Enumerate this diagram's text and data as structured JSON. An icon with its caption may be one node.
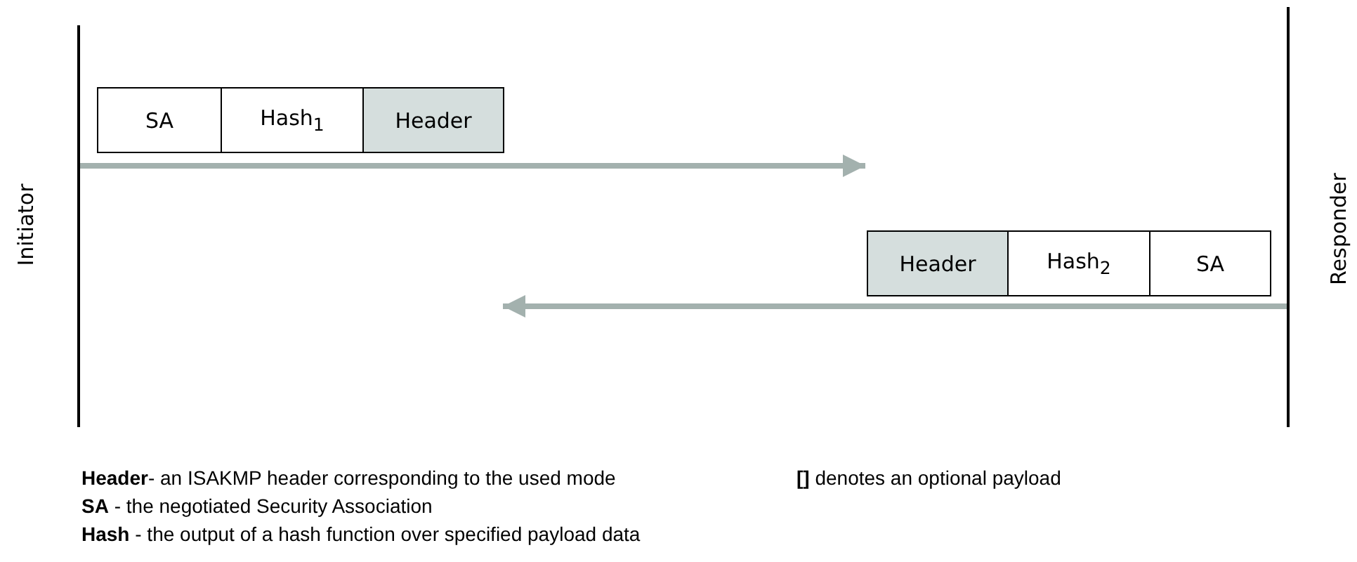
{
  "diagram": {
    "nodes": [
      {
        "text": [],
        "shape": "bar",
        "beside": [
          "Initiator"
        ]
      },
      {
        "text": [
          "SA"
        ]
      },
      {
        "text": [
          "Hash$_{1}$"
        ]
      },
      {
        "text": [
          "Header"
        ]
      },
      {
        "text": [
          "Header"
        ]
      },
      {
        "text": [
          "Hash$_{2}$"
        ]
      },
      {
        "text": [
          "SA"
        ]
      },
      {
        "text": [],
        "shape": "bar",
        "beside": [
          "Responder"
        ]
      }
    ],
    "edges": [
      {
        "from": 0,
        "to": null,
        "arrow": "to"
      },
      {
        "from": 7,
        "to": null,
        "arrow": "to"
      }
    ],
    "labels": [
      "**Header**- an ISAKMP header corresponding to the used mode",
      "**[]** denotes an optional payload",
      "**SA** - the negotiated Security Association",
      "**Hash** - the output of a hash function over specified payload data"
    ]
  }
}
